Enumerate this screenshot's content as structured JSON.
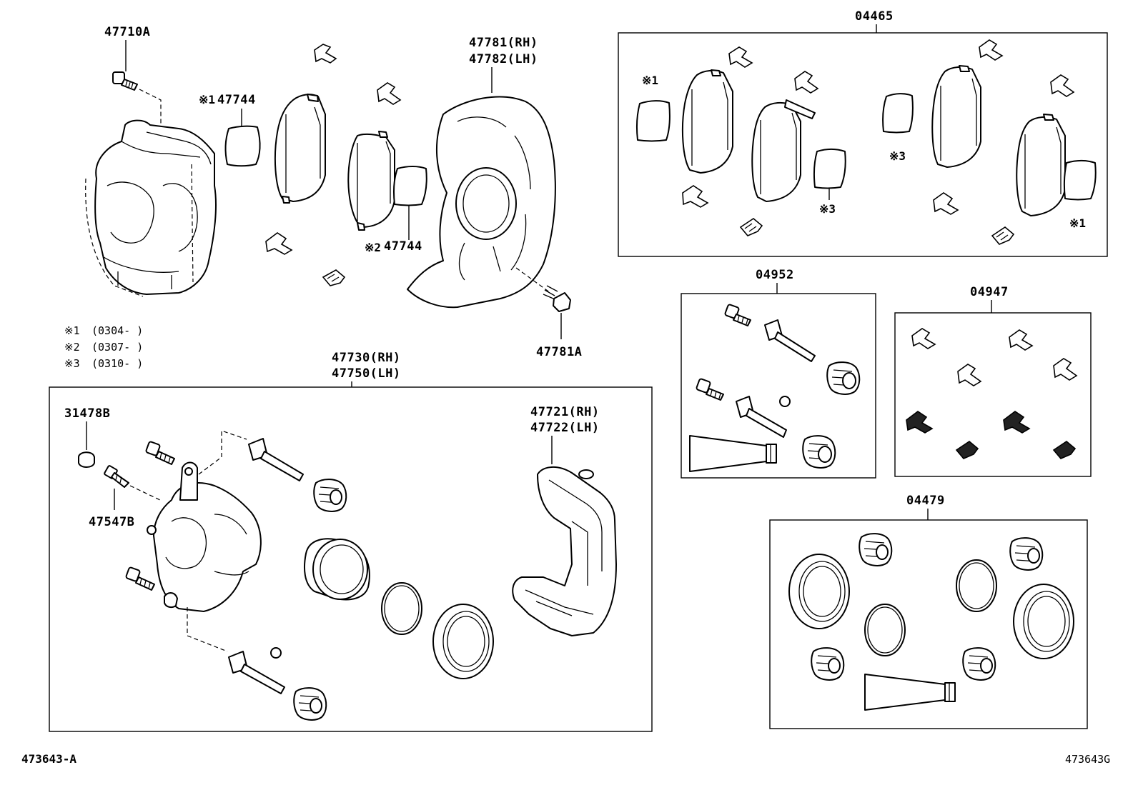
{
  "labels": {
    "p47710A": "47710A",
    "p47744_top": "47744",
    "mark1_top": "※1",
    "p47744_mid": "47744",
    "mark2_mid": "※2",
    "p47781_rh": "47781(RH)",
    "p47782_lh": "47782(LH)",
    "p47781A": "47781A",
    "p04465": "04465",
    "kit04465_mark1_left": "※1",
    "kit04465_mark3_a": "※3",
    "kit04465_mark3_b": "※3",
    "kit04465_mark1_right": "※1",
    "p04952": "04952",
    "p04947": "04947",
    "p04479": "04479",
    "p47730_rh": "47730(RH)",
    "p47750_lh": "47750(LH)",
    "p31478B": "31478B",
    "p47547B": "47547B",
    "p47721_rh": "47721(RH)",
    "p47722_lh": "47722(LH)",
    "footer_left": "473643-A",
    "footer_right": "473643G"
  },
  "notes": [
    {
      "mark": "※1",
      "text": "(0304-      )"
    },
    {
      "mark": "※2",
      "text": "(0307-      )"
    },
    {
      "mark": "※3",
      "text": "(0310-      )"
    }
  ]
}
